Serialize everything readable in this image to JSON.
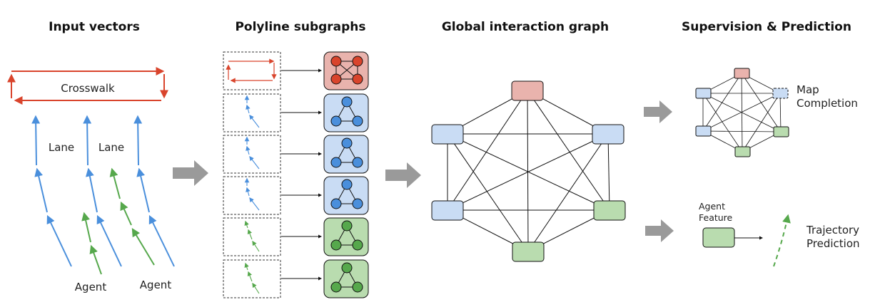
{
  "titles": {
    "input": "Input vectors",
    "subgraphs": "Polyline subgraphs",
    "global": "Global interaction graph",
    "supervision": "Supervision & Prediction"
  },
  "labels": {
    "crosswalk": "Crosswalk",
    "lane_left": "Lane",
    "lane_right": "Lane",
    "agent_left": "Agent",
    "agent_right": "Agent",
    "map": "Map",
    "completion": "Completion",
    "agent_feature_1": "Agent",
    "agent_feature_2": "Feature",
    "trajectory": "Trajectory",
    "prediction": "Prediction"
  },
  "colors": {
    "map_red": "#d9442c",
    "lane_blue": "#4a8fdc",
    "agent_green": "#56a84c",
    "red_fill": "#e9b3ad",
    "blue_fill": "#c9dcf4",
    "green_fill": "#b9dcaf",
    "arrow_gray": "#9a9a9a"
  },
  "icons": {
    "arrow": "gray-block-arrow-icon",
    "subgraph": "polyline-subgraph-icon"
  }
}
